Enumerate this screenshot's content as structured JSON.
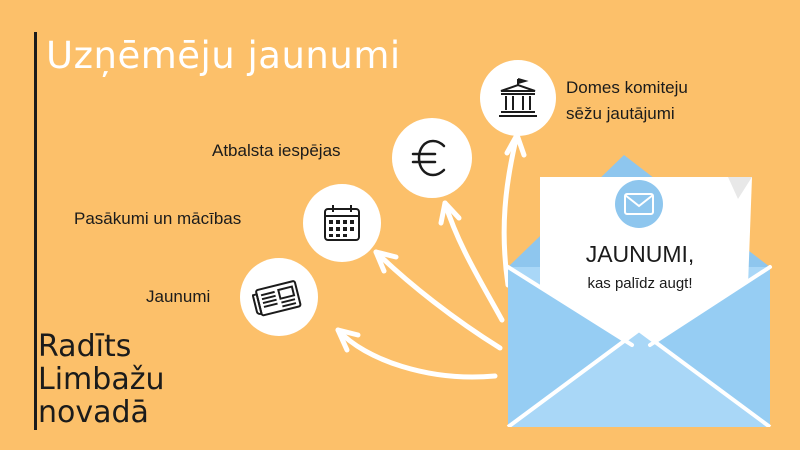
{
  "title": "Uzņēmēju jaunumi",
  "brand": {
    "line1": "Radīts",
    "line2": "Limbažu",
    "line3": "novadā"
  },
  "items": [
    {
      "label": "Jaunumi",
      "icon": "newspaper-icon"
    },
    {
      "label": "Pasākumi un mācības",
      "icon": "calendar-icon"
    },
    {
      "label": "Atbalsta iespējas",
      "icon": "euro-icon"
    },
    {
      "label_line1": "Domes komiteju",
      "label_line2": "sēžu jautājumi",
      "icon": "government-building-icon"
    }
  ],
  "letter": {
    "heading": "JAUNUMI,",
    "subheading": "kas palīdz augt!",
    "icon": "mail-icon"
  },
  "colors": {
    "background": "#FCC06A",
    "envelope": "#A9D7F7",
    "envelope_dark": "#8EC6EE",
    "ink": "#1b1b1b",
    "white": "#ffffff"
  }
}
